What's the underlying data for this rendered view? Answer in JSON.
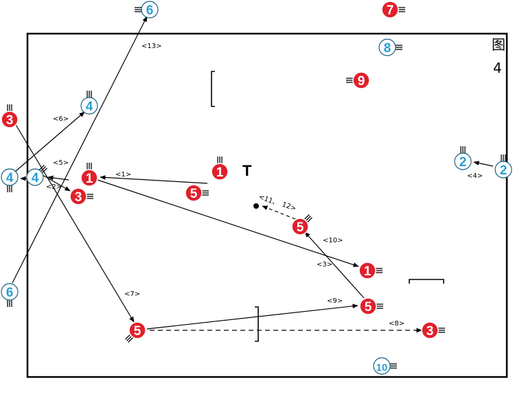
{
  "figure": {
    "char": "图",
    "number": "4"
  },
  "colors": {
    "red_team": "#e0202b",
    "blue_team": "#2a9fd6",
    "line": "#000000"
  },
  "players": [
    {
      "id": "p6-top",
      "num": "6",
      "team": "blue"
    },
    {
      "id": "p7",
      "num": "7",
      "team": "red"
    },
    {
      "id": "p8",
      "num": "8",
      "team": "blue"
    },
    {
      "id": "p9",
      "num": "9",
      "team": "red"
    },
    {
      "id": "p3-left",
      "num": "3",
      "team": "red"
    },
    {
      "id": "p4-mid",
      "num": "4",
      "team": "blue"
    },
    {
      "id": "p4-edge",
      "num": "4",
      "team": "blue"
    },
    {
      "id": "p4-b",
      "num": "4",
      "team": "blue"
    },
    {
      "id": "p1-left",
      "num": "1",
      "team": "red"
    },
    {
      "id": "p3-b",
      "num": "3",
      "team": "red"
    },
    {
      "id": "p1-center",
      "num": "1",
      "team": "red"
    },
    {
      "id": "p5-center",
      "num": "5",
      "team": "red"
    },
    {
      "id": "p5-right",
      "num": "5",
      "team": "red"
    },
    {
      "id": "p1-right",
      "num": "1",
      "team": "red"
    },
    {
      "id": "p5-lower",
      "num": "5",
      "team": "red"
    },
    {
      "id": "p5-bottom",
      "num": "5",
      "team": "red"
    },
    {
      "id": "p3-right",
      "num": "3",
      "team": "red"
    },
    {
      "id": "p6-left",
      "num": "6",
      "team": "blue"
    },
    {
      "id": "p2-in",
      "num": "2",
      "team": "blue"
    },
    {
      "id": "p2-out",
      "num": "2",
      "team": "blue"
    },
    {
      "id": "p10",
      "num": "10",
      "team": "blue"
    }
  ],
  "labels": {
    "l1": "<1>",
    "l2": "<2>",
    "l3": "<3>",
    "l4": "<4>",
    "l5": "<5>",
    "l6": "<6>",
    "l7": "<7>",
    "l8": "<8>",
    "l9": "<9>",
    "l10": "<10>",
    "l11": "<11、",
    "l12": "12>",
    "l13": "<13>"
  }
}
